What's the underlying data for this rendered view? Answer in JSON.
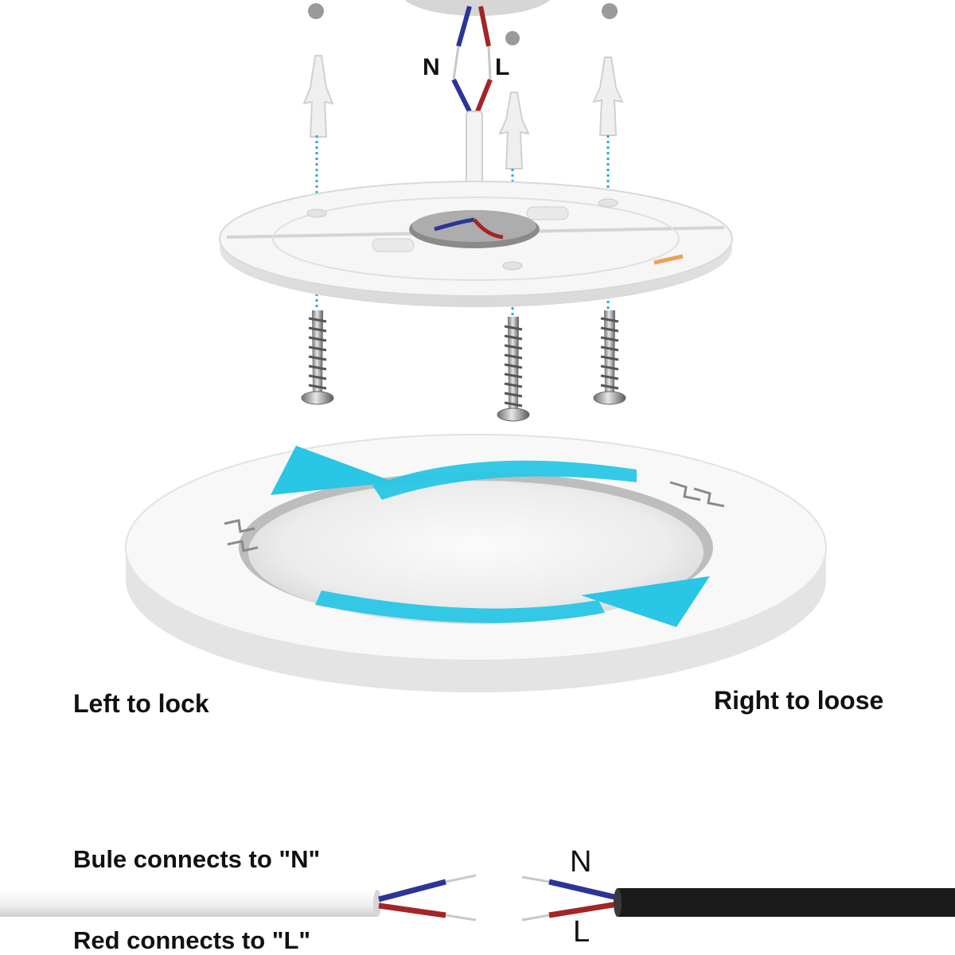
{
  "top_labels": {
    "neutral": "N",
    "live": "L"
  },
  "rotation": {
    "left_label": "Left to lock",
    "right_label": "Right to loose"
  },
  "wiring": {
    "blue_text": "Bule connects to \"N\"",
    "red_text": "Red connects to \"L\"",
    "right_n": "N",
    "right_l": "L"
  },
  "colors": {
    "arrow": "#29c6e6",
    "blue_wire": "#2b3595",
    "red_wire": "#a32526",
    "guide_dots": "#2aa9d8",
    "black_cable": "#1b1b1b"
  }
}
